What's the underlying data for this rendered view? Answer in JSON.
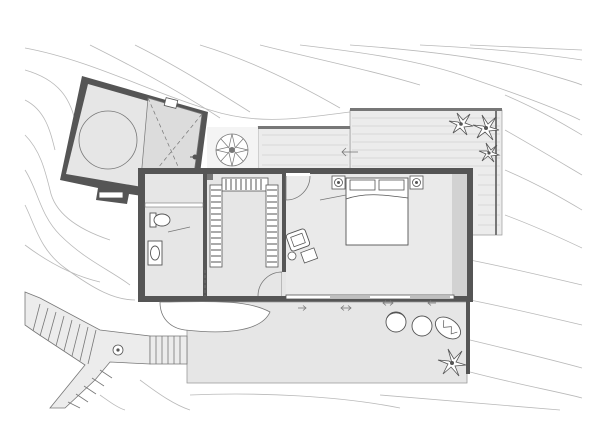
{
  "plan": {
    "labels": [],
    "colors": {
      "background": "#ffffff",
      "wall": "#555555",
      "floor": "#e6e6e6",
      "deck": "#ececec",
      "contour": "#b9b9b9"
    },
    "rooms": [
      "shower-room",
      "wc-room",
      "walk-in-closet",
      "bedroom",
      "front-terrace",
      "rear-deck",
      "courtyard"
    ],
    "icons": [
      "palm-plant-icon",
      "shrub-icon",
      "bed-icon",
      "armchair-icon",
      "chair-icon",
      "round-table-icon",
      "toilet-icon",
      "sink-icon",
      "sliding-door-arrow-icon"
    ]
  }
}
